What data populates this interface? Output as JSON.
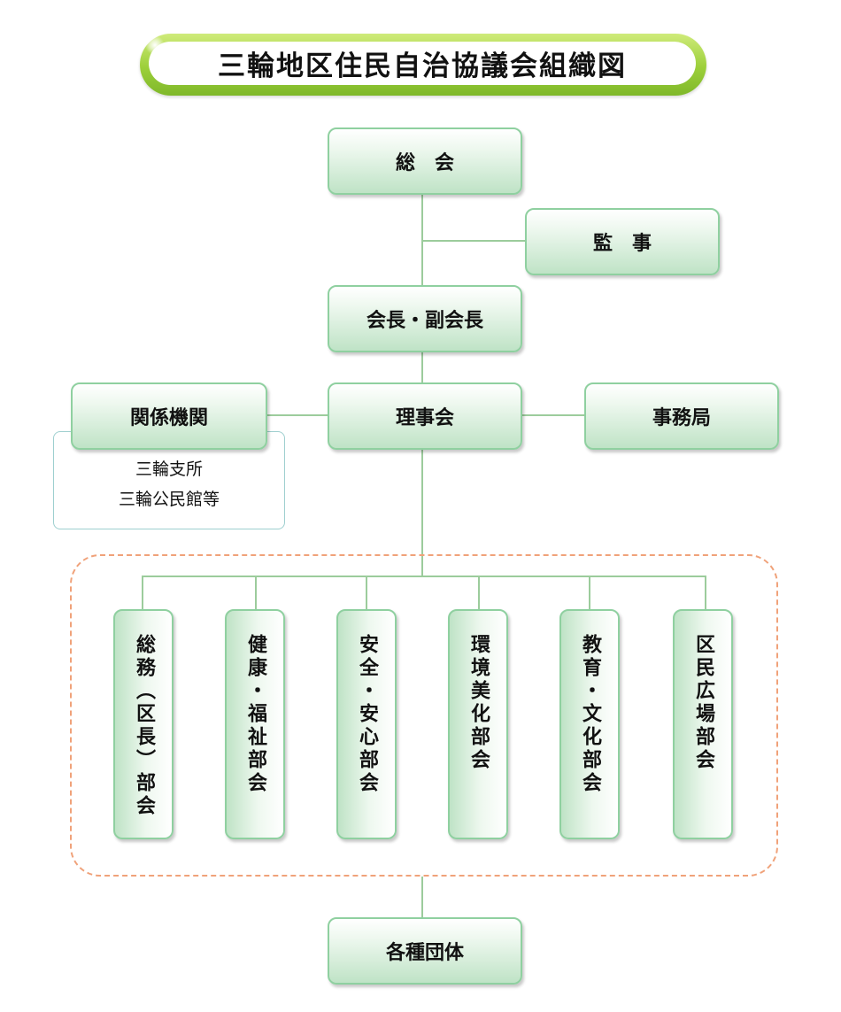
{
  "title": "三輪地区住民自治協議会組織図",
  "nodes": {
    "general_assembly": "総　会",
    "auditor": "監　事",
    "chair": "会長・副会長",
    "board": "理事会",
    "related_orgs": "関係機関",
    "secretariat": "事務局",
    "groups": "各種団体"
  },
  "related_orgs_members": [
    "三輪支所",
    "三輪公民館等"
  ],
  "departments": [
    "総務︵区長︶部会",
    "健康・福祉部会",
    "安全・安心部会",
    "環境美化部会",
    "教育・文化部会",
    "区民広場部会"
  ],
  "colors": {
    "box_border": "#8fd0a0",
    "box_fill_bottom": "#bfe3c6",
    "connector": "#9ccc9c",
    "dashed_frame": "#f0a27a",
    "title_pill": "#9ccf3a"
  }
}
